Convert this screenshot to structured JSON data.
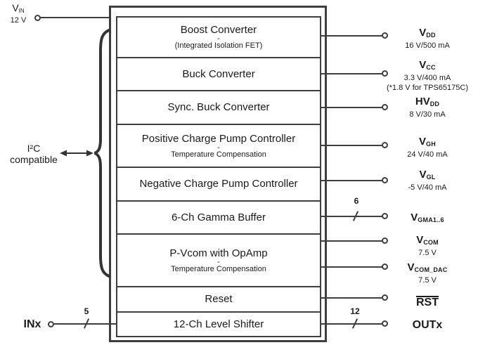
{
  "diagram": {
    "colors": {
      "line": "#3e3e3e",
      "text": "#1a1a1a",
      "background": "#ffffff"
    },
    "left_ports": {
      "vin": {
        "name": "V",
        "sub": "IN",
        "value": "12 V"
      },
      "i2c": {
        "line1": "I²C",
        "line2": "compatible"
      },
      "inx": {
        "name": "INx",
        "bus": "5"
      }
    },
    "blocks": [
      {
        "title": "Boost Converter",
        "sep": "-",
        "subtitle": "(Integrated Isolation FET)"
      },
      {
        "title": "Buck Converter"
      },
      {
        "title": "Sync. Buck Converter"
      },
      {
        "title": "Positive Charge Pump Controller",
        "sep": "-",
        "subtitle": "Temperature Compensation"
      },
      {
        "title": "Negative Charge Pump Controller"
      },
      {
        "title": "6-Ch Gamma Buffer"
      },
      {
        "title": "P-Vcom with OpAmp",
        "sep": "-",
        "subtitle": "Temperature Compensation"
      },
      {
        "title": "Reset"
      },
      {
        "title": "12-Ch Level Shifter"
      }
    ],
    "right_ports": [
      {
        "name": "V",
        "sub": "DD",
        "value": "16 V/500 mA"
      },
      {
        "name": "V",
        "sub": "CC",
        "value": "3.3 V/400 mA",
        "note": "(*1.8 V for TPS65175C)"
      },
      {
        "name": "HV",
        "sub": "DD",
        "value": "8 V/30 mA"
      },
      {
        "name": "V",
        "sub": "GH",
        "value": "24 V/40 mA"
      },
      {
        "name": "V",
        "sub": "GL",
        "value": "-5 V/40 mA"
      },
      {
        "name": "V",
        "sub": "GMA1..6",
        "bus": "6"
      },
      {
        "name": "V",
        "sub": "COM",
        "value": "7.5 V"
      },
      {
        "name": "V",
        "sub": "COM_DAC",
        "value": "7.5 V"
      },
      {
        "name": "RST"
      },
      {
        "name": "OUTx",
        "bus": "12"
      }
    ]
  }
}
